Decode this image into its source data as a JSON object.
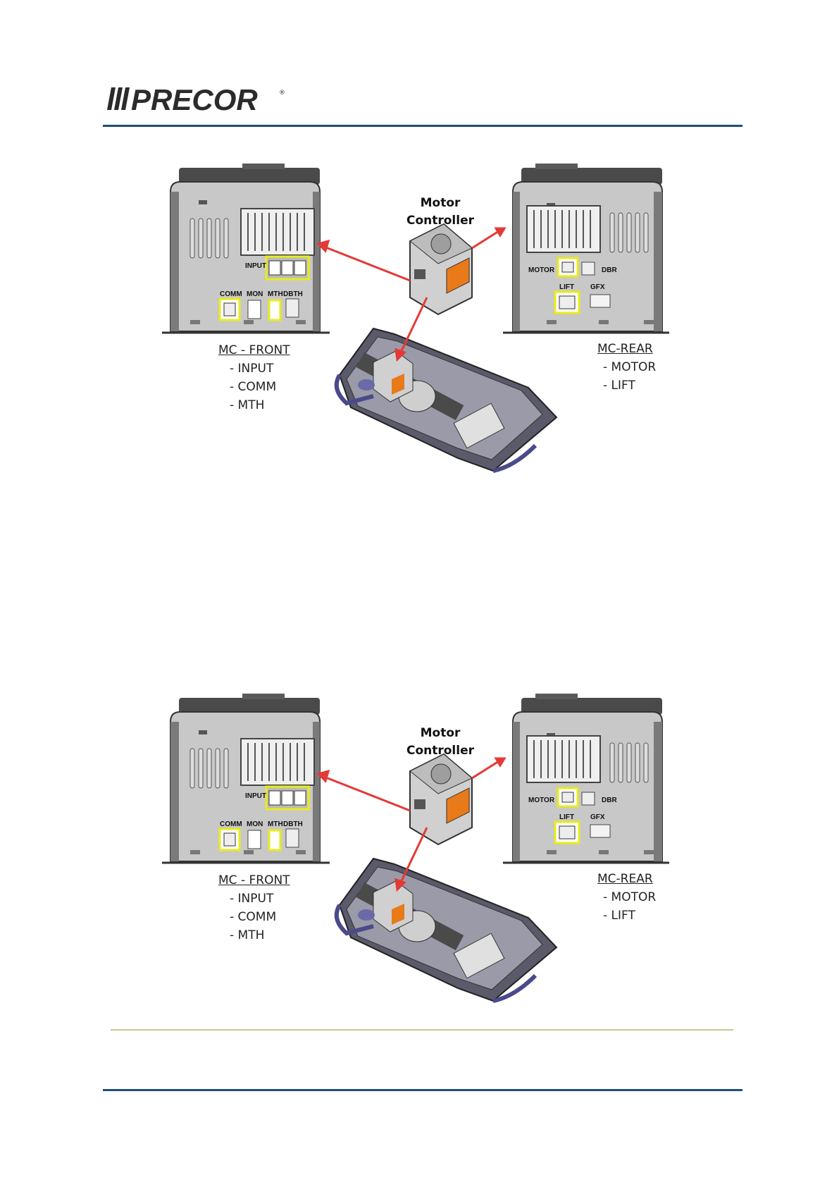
{
  "header": {
    "logo_text": "PRECOR",
    "registered_mark": "®"
  },
  "figures": [
    {
      "title_line1": "Motor",
      "title_line2": "Controller",
      "front": {
        "ports": [
          "INPUT",
          "COMM",
          "MON",
          "MTH",
          "DBTH"
        ],
        "caption_title": "MC - FRONT",
        "caption_items": [
          "- INPUT",
          "- COMM",
          "- MTH"
        ]
      },
      "rear": {
        "ports": [
          "MOTOR",
          "DBR",
          "LIFT",
          "GFX"
        ],
        "caption_title": "MC-REAR",
        "caption_items": [
          "- MOTOR",
          "- LIFT"
        ]
      }
    },
    {
      "title_line1": "Motor",
      "title_line2": "Controller",
      "front": {
        "ports": [
          "INPUT",
          "COMM",
          "MON",
          "MTH",
          "DBTH"
        ],
        "caption_title": "MC - FRONT",
        "caption_items": [
          "- INPUT",
          "- COMM",
          "- MTH"
        ]
      },
      "rear": {
        "ports": [
          "MOTOR",
          "DBR",
          "LIFT",
          "GFX"
        ],
        "caption_title": "MC-REAR",
        "caption_items": [
          "- MOTOR",
          "- LIFT"
        ]
      }
    }
  ],
  "colors": {
    "highlight": "#e8ec1a",
    "arrow": "#e53935",
    "rule": "#1f4e79",
    "logo": "#2b2b2b"
  }
}
